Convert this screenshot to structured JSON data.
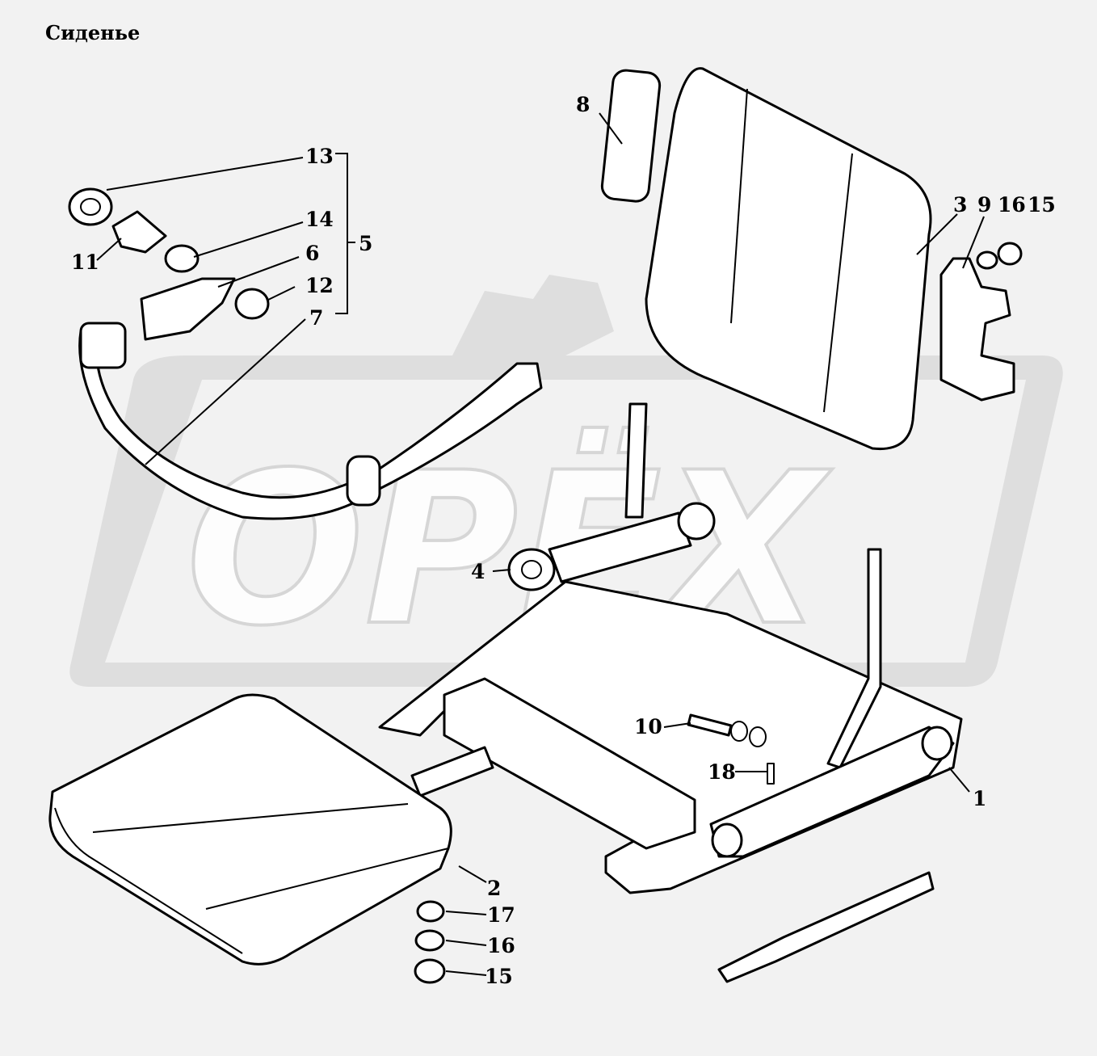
{
  "title": "Сиденье",
  "watermark": {
    "text": "ОРЁХ",
    "color": "#dcdcdc"
  },
  "callouts": [
    {
      "id": "c13",
      "label": "13"
    },
    {
      "id": "c14",
      "label": "14"
    },
    {
      "id": "c11",
      "label": "11"
    },
    {
      "id": "c6",
      "label": "6"
    },
    {
      "id": "c5",
      "label": "5"
    },
    {
      "id": "c12",
      "label": "12"
    },
    {
      "id": "c7",
      "label": "7"
    },
    {
      "id": "c8",
      "label": "8"
    },
    {
      "id": "c3",
      "label": "3"
    },
    {
      "id": "c9",
      "label": "9"
    },
    {
      "id": "c16a",
      "label": "16"
    },
    {
      "id": "c15a",
      "label": "15"
    },
    {
      "id": "c4",
      "label": "4"
    },
    {
      "id": "c10",
      "label": "10"
    },
    {
      "id": "c18",
      "label": "18"
    },
    {
      "id": "c1",
      "label": "1"
    },
    {
      "id": "c2",
      "label": "2"
    },
    {
      "id": "c17",
      "label": "17"
    },
    {
      "id": "c16b",
      "label": "16"
    },
    {
      "id": "c15b",
      "label": "15"
    }
  ]
}
